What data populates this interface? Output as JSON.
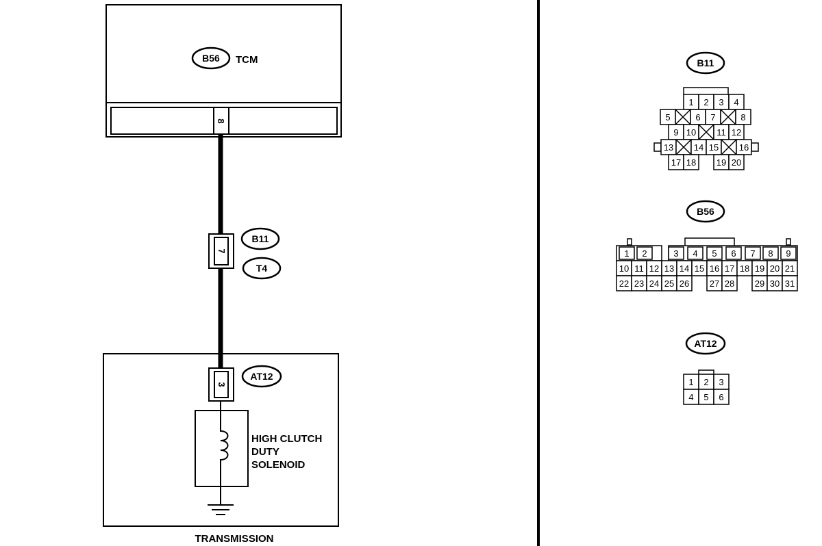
{
  "wiring": {
    "tcm": {
      "connector_id": "B56",
      "label": "TCM",
      "terminal": "8"
    },
    "inline": {
      "connector_a": "B11",
      "connector_b": "T4",
      "terminal": "7"
    },
    "transmission": {
      "connector_id": "AT12",
      "terminal": "3",
      "solenoid_lines": [
        "HIGH CLUTCH",
        "DUTY",
        "SOLENOID"
      ],
      "label": "TRANSMISSION"
    }
  },
  "connector_views": [
    {
      "id": "B11",
      "rows": [
        [
          "1",
          "2",
          "3",
          "4"
        ],
        [
          "5",
          "X",
          "6",
          "7",
          "X",
          "8"
        ],
        [
          "9",
          "10",
          "X",
          "11",
          "12"
        ],
        [
          "13",
          "X",
          "14",
          "15",
          "X",
          "16"
        ],
        [
          "17",
          "18",
          "19",
          "20"
        ]
      ]
    },
    {
      "id": "B56",
      "rows": [
        [
          "1",
          "2",
          "3",
          "4",
          "5",
          "6",
          "7",
          "8",
          "9"
        ],
        [
          "10",
          "11",
          "12",
          "13",
          "14",
          "15",
          "16",
          "17",
          "18",
          "19",
          "20",
          "21"
        ],
        [
          "22",
          "23",
          "24",
          "25",
          "26",
          "27",
          "28",
          "29",
          "30",
          "31"
        ]
      ]
    },
    {
      "id": "AT12",
      "rows": [
        [
          "1",
          "2",
          "3"
        ],
        [
          "4",
          "5",
          "6"
        ]
      ]
    }
  ]
}
